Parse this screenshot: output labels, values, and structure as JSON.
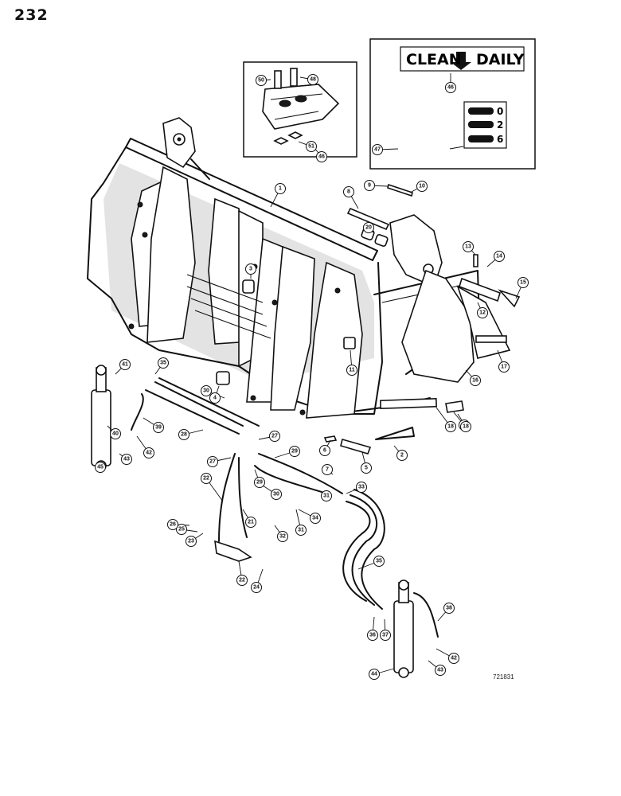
{
  "page_number": "232",
  "figure_code": "721831",
  "decal": {
    "clean_text": "CLEAN",
    "daily_text": "DAILY",
    "label_numbers": [
      "0",
      "2",
      "6"
    ]
  },
  "callouts": [
    {
      "n": "1"
    },
    {
      "n": "2"
    },
    {
      "n": "3"
    },
    {
      "n": "4"
    },
    {
      "n": "5"
    },
    {
      "n": "6"
    },
    {
      "n": "7"
    },
    {
      "n": "8"
    },
    {
      "n": "9"
    },
    {
      "n": "10"
    },
    {
      "n": "11"
    },
    {
      "n": "12"
    },
    {
      "n": "13"
    },
    {
      "n": "14"
    },
    {
      "n": "15"
    },
    {
      "n": "16"
    },
    {
      "n": "17"
    },
    {
      "n": "18"
    },
    {
      "n": "18"
    },
    {
      "n": "18"
    },
    {
      "n": "20"
    },
    {
      "n": "21"
    },
    {
      "n": "22"
    },
    {
      "n": "22"
    },
    {
      "n": "23"
    },
    {
      "n": "24"
    },
    {
      "n": "25"
    },
    {
      "n": "26"
    },
    {
      "n": "27"
    },
    {
      "n": "27"
    },
    {
      "n": "28"
    },
    {
      "n": "29"
    },
    {
      "n": "29"
    },
    {
      "n": "30"
    },
    {
      "n": "30"
    },
    {
      "n": "31"
    },
    {
      "n": "31"
    },
    {
      "n": "32"
    },
    {
      "n": "33"
    },
    {
      "n": "34"
    },
    {
      "n": "35"
    },
    {
      "n": "35"
    },
    {
      "n": "36"
    },
    {
      "n": "37"
    },
    {
      "n": "38"
    },
    {
      "n": "39"
    },
    {
      "n": "40"
    },
    {
      "n": "41"
    },
    {
      "n": "42"
    },
    {
      "n": "42"
    },
    {
      "n": "43"
    },
    {
      "n": "43"
    },
    {
      "n": "44"
    },
    {
      "n": "45"
    },
    {
      "n": "46"
    },
    {
      "n": "46"
    },
    {
      "n": "47"
    },
    {
      "n": "48"
    },
    {
      "n": "50"
    },
    {
      "n": "51"
    },
    {
      "n": "5"
    },
    {
      "n": "13"
    }
  ]
}
